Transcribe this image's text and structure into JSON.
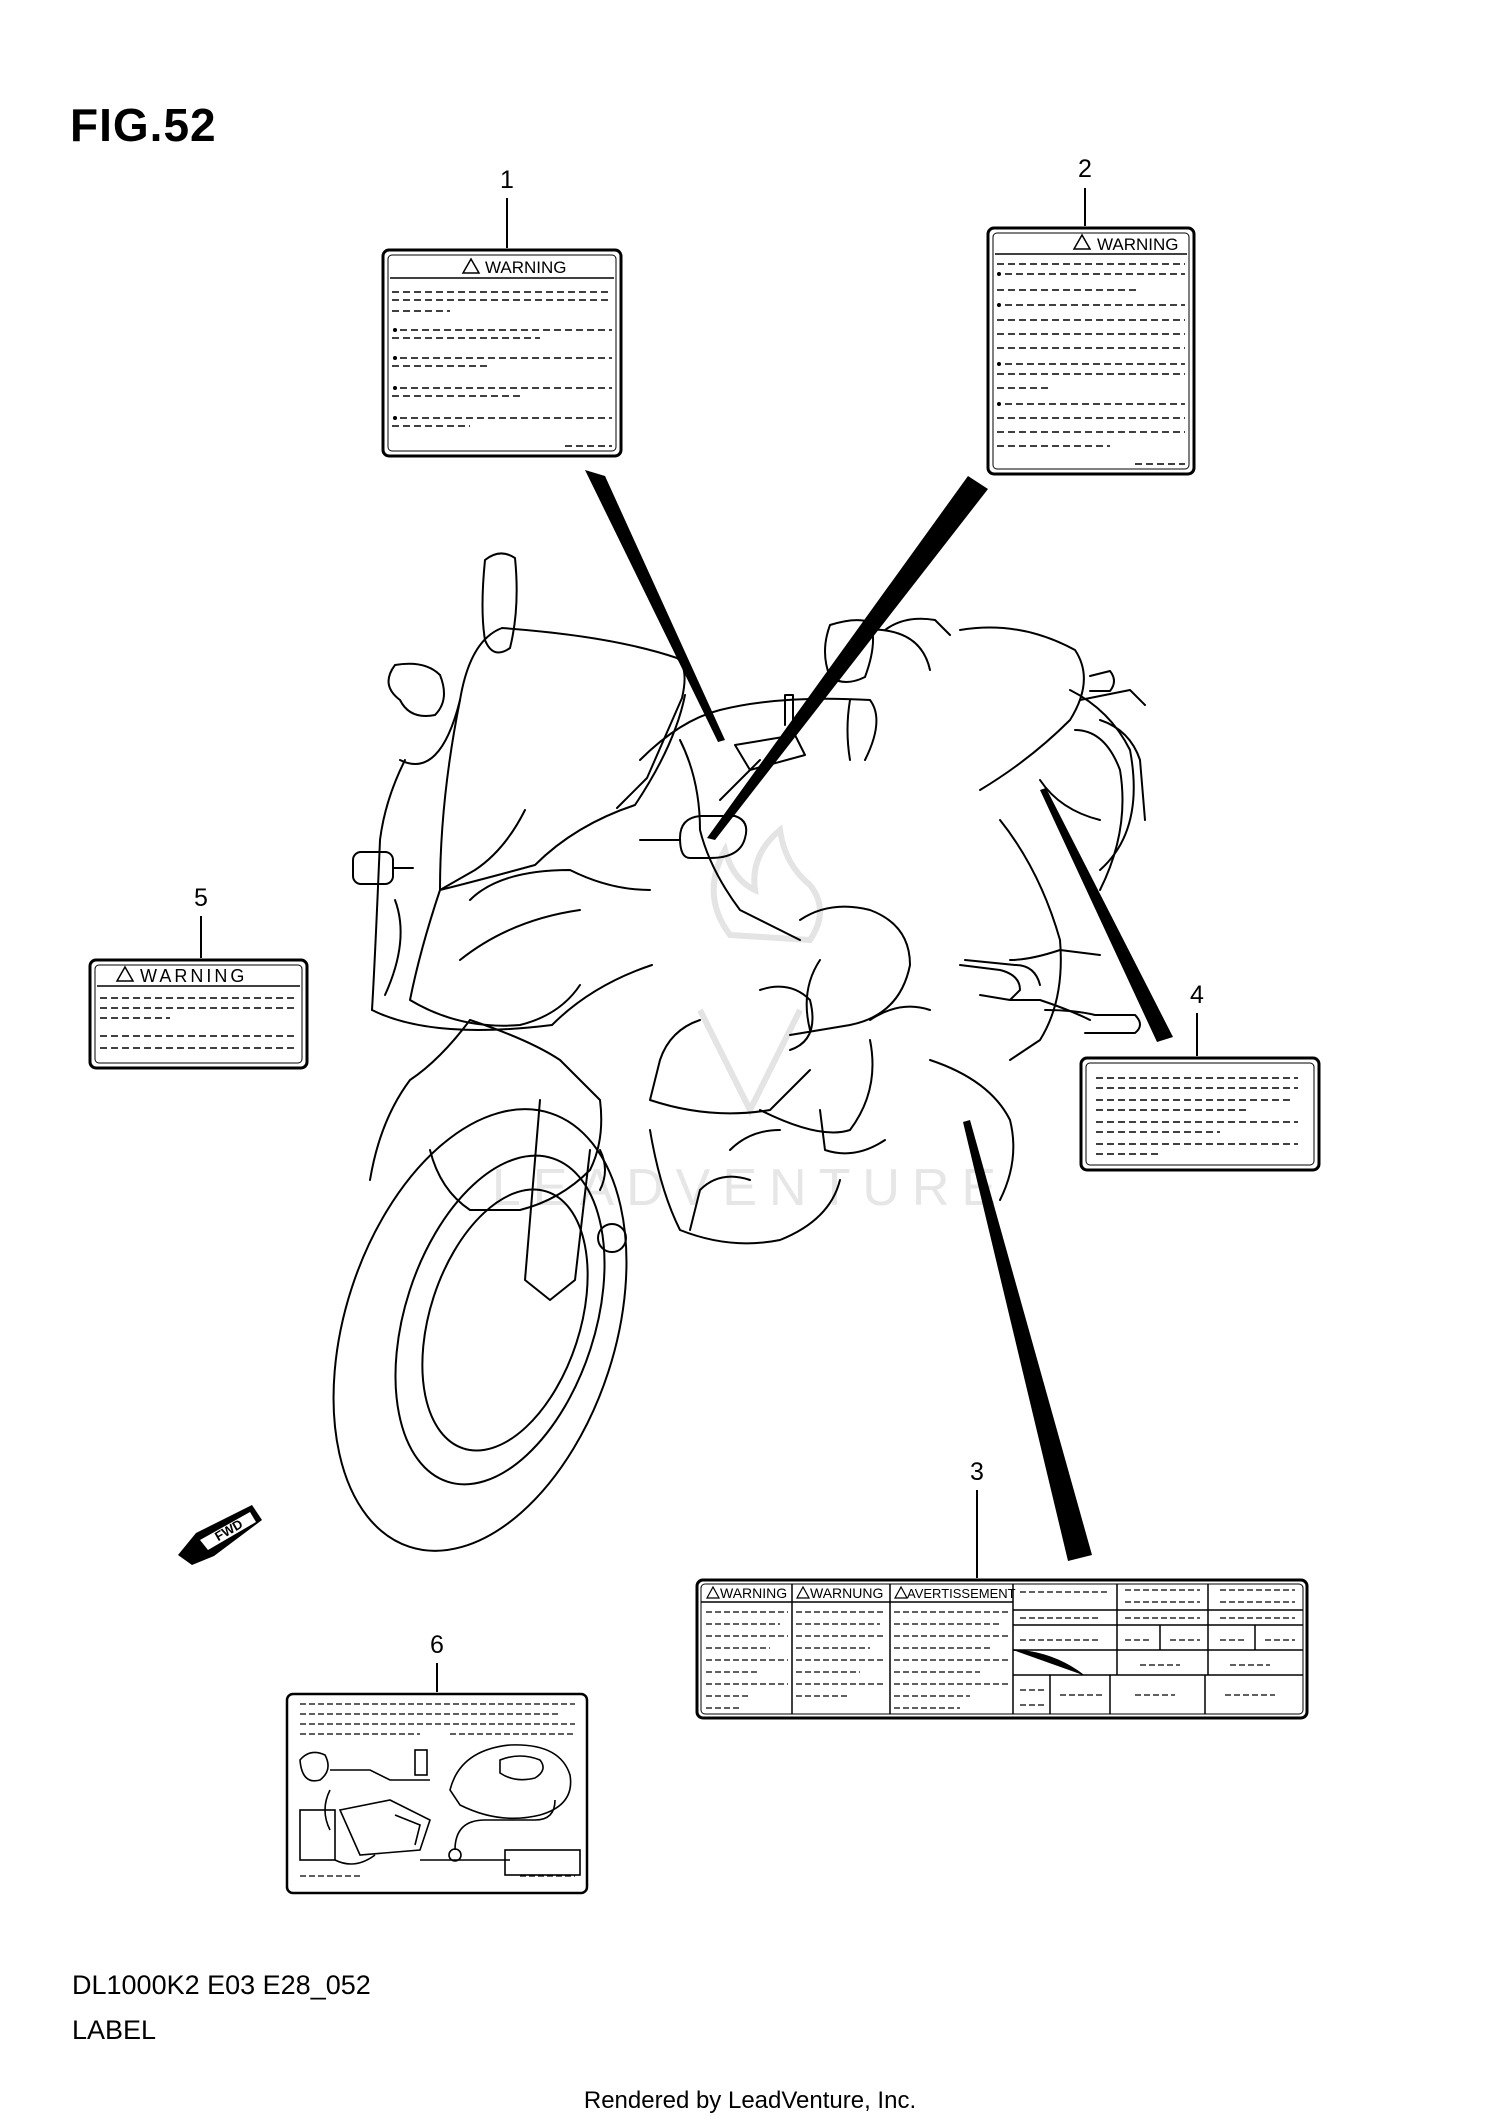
{
  "figure": {
    "title": "FIG.52",
    "model_code": "DL1000K2 E03 E28_052",
    "caption": "LABEL",
    "rendered_by": "Rendered by LeadVenture, Inc."
  },
  "watermark": {
    "text": "LEADVENTURE"
  },
  "callouts": [
    {
      "number": "1",
      "label_heading": "WARNING"
    },
    {
      "number": "2",
      "label_heading": "WARNING"
    },
    {
      "number": "3",
      "headings": [
        "WARNING",
        "WARNUNG",
        "AVERTISSEMENT"
      ]
    },
    {
      "number": "4"
    },
    {
      "number": "5",
      "label_heading": "WARNING"
    },
    {
      "number": "6"
    }
  ],
  "direction_badge": {
    "text": "FWD"
  },
  "colors": {
    "ink": "#000000",
    "paper": "#ffffff",
    "watermark": "#e6e6e6"
  }
}
